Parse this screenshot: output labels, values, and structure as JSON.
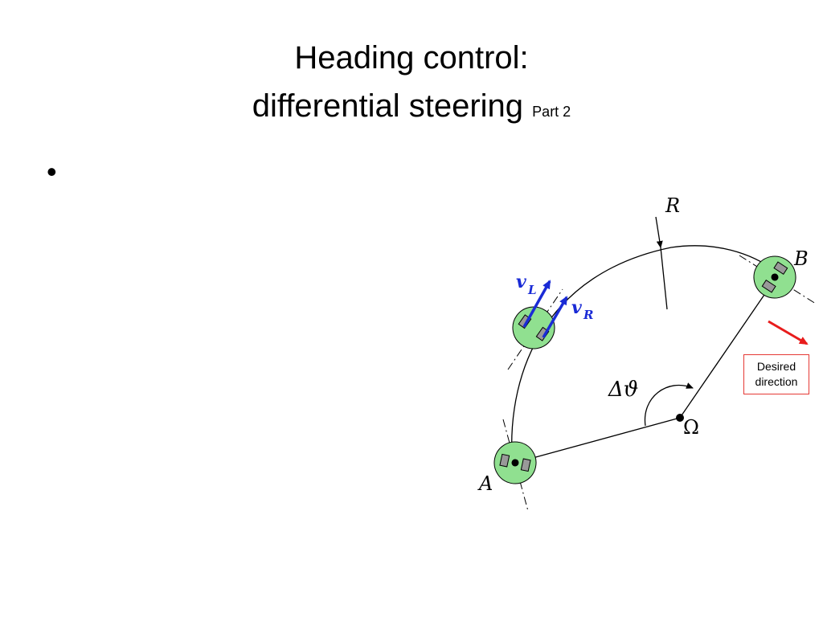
{
  "slide": {
    "title_line1": "Heading control:",
    "title_line2": "differential steering",
    "title_suffix": "Part 2",
    "bullet": "•"
  },
  "diagram": {
    "labels": {
      "R": "R",
      "B": "B",
      "A": "A",
      "omega": "Ω",
      "delta_theta": "Δϑ",
      "vL_main": "v",
      "vL_sub": "L",
      "vR_main": "v",
      "vR_sub": "R"
    },
    "annotation": "Desired\ndirection",
    "colors": {
      "robot_fill": "#90e090",
      "velocity_arrow": "#1a2bd6",
      "desired_arrow": "#e81c1c",
      "box_border": "#e53935"
    }
  }
}
